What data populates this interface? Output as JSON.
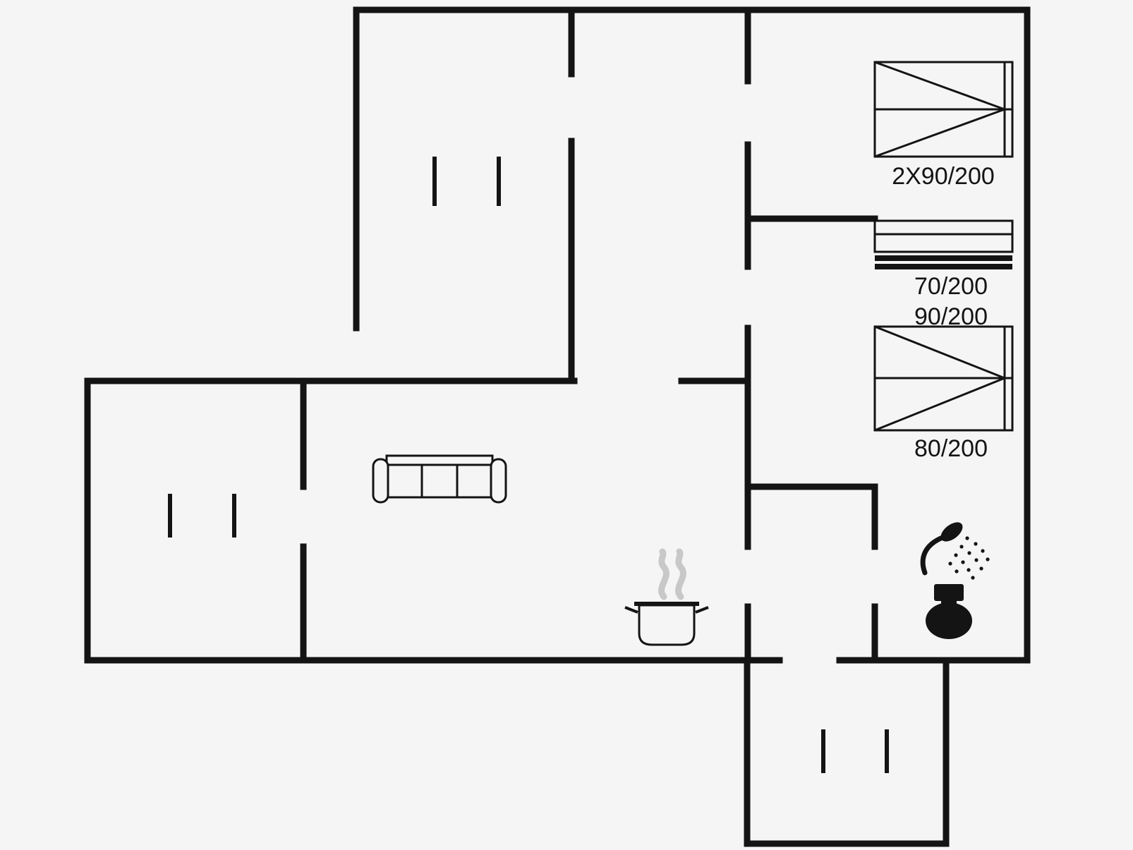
{
  "floorplan": {
    "bed_labels": {
      "double": "2X90/200",
      "bunk_top": "70/200",
      "bunk_bottom": "90/200",
      "single": "80/200"
    },
    "colors": {
      "background": "#f5f5f5",
      "wall": "#141414",
      "steam": "#c8c8c8"
    },
    "icons": [
      "double-bed-icon",
      "bunk-bed-icon",
      "single-bed-icon",
      "roof-window-icon",
      "sofa-icon",
      "cooking-pot-icon",
      "steam-icon",
      "shower-icon",
      "toilet-icon"
    ]
  }
}
